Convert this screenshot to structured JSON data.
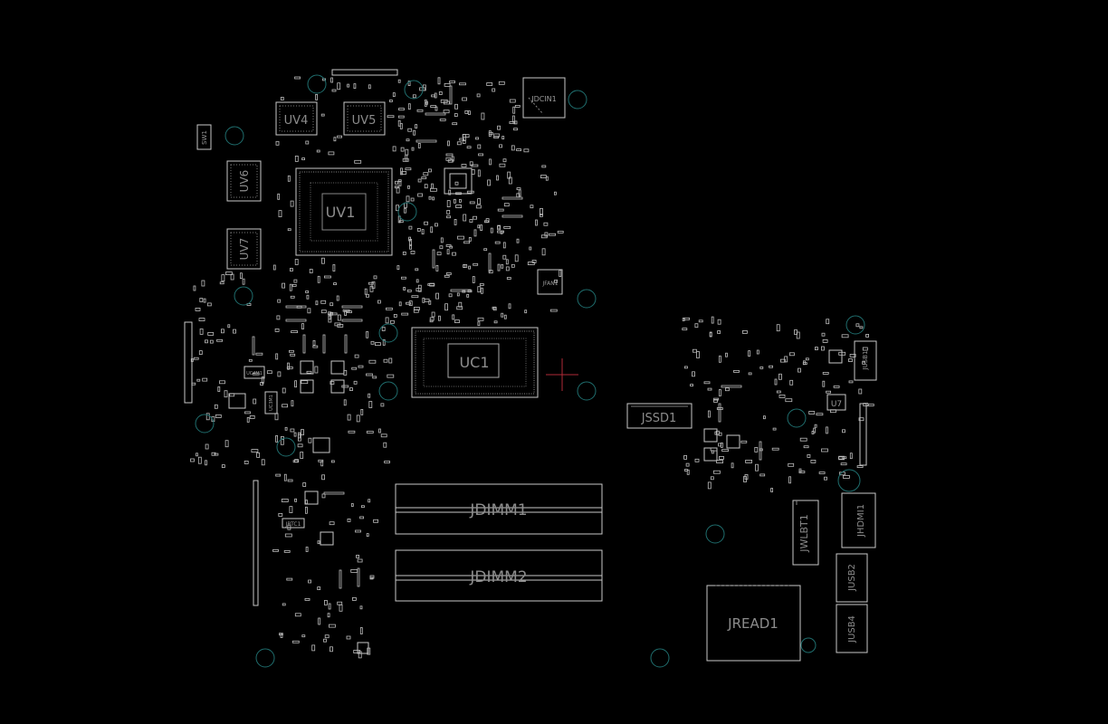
{
  "viewer": {
    "background": "#000000",
    "outline_color": "#c8c8c8",
    "label_color": "#8c8c8c",
    "mount_hole_color": "#1f6e6e",
    "cursor_color": "#b02a37"
  },
  "components": {
    "uv1": "UV1",
    "uv4": "UV4",
    "uv5": "UV5",
    "uv6": "UV6",
    "uv7": "UV7",
    "uc1": "UC1",
    "jdcin1": "JDCIN1",
    "jfan1": "JFAN1",
    "sw1": "SW1",
    "jssd1": "JSSD1",
    "jdimm1": "JDIMM1",
    "jdimm2": "JDIMM2",
    "jwlbt1": "JWLBT1",
    "jhdmi1": "JHDMI1",
    "jusb2": "JUSB2",
    "jusb4": "JUSB4",
    "jread1": "JREAD1",
    "jusb1": "JUSB1",
    "u7": "U7",
    "jrtc1": "JRTC1",
    "uc4": "UC4M1",
    "uc3": "UC3M1"
  }
}
